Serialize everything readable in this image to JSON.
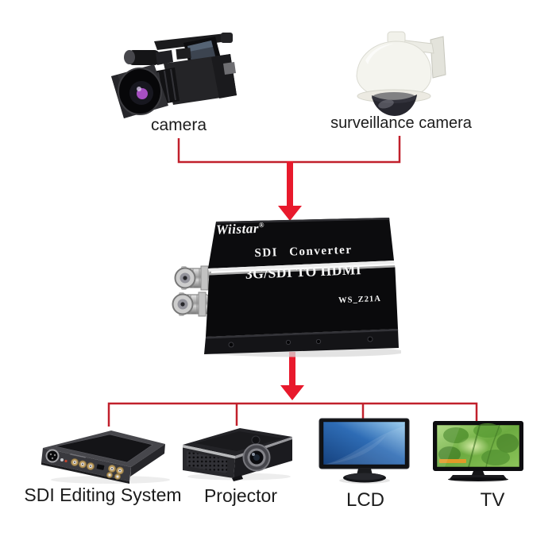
{
  "sources": {
    "camera": {
      "label": "camera"
    },
    "surveillance": {
      "label": "surveillance camera"
    }
  },
  "converter": {
    "brand": "Wiistar",
    "registered_mark": "®",
    "product_line": "SDI Converter",
    "main_label": "3G/SDI TO HDMI",
    "model": "WS_Z21A"
  },
  "outputs": {
    "sdi_editing": {
      "label": "SDI Editing System"
    },
    "projector": {
      "label": "Projector"
    },
    "lcd": {
      "label": "LCD"
    },
    "tv": {
      "label": "TV"
    }
  },
  "colors": {
    "background": "#ffffff",
    "connector_line_red": "#c1202c",
    "arrow_red": "#e8192c",
    "label_text": "#1c1c1c",
    "converter_text": "#f7f7f7",
    "converter_body": "#0c0c0e",
    "lcd_screen_blue": "#2e6cb5",
    "tv_screen_green": "#6cab40"
  }
}
